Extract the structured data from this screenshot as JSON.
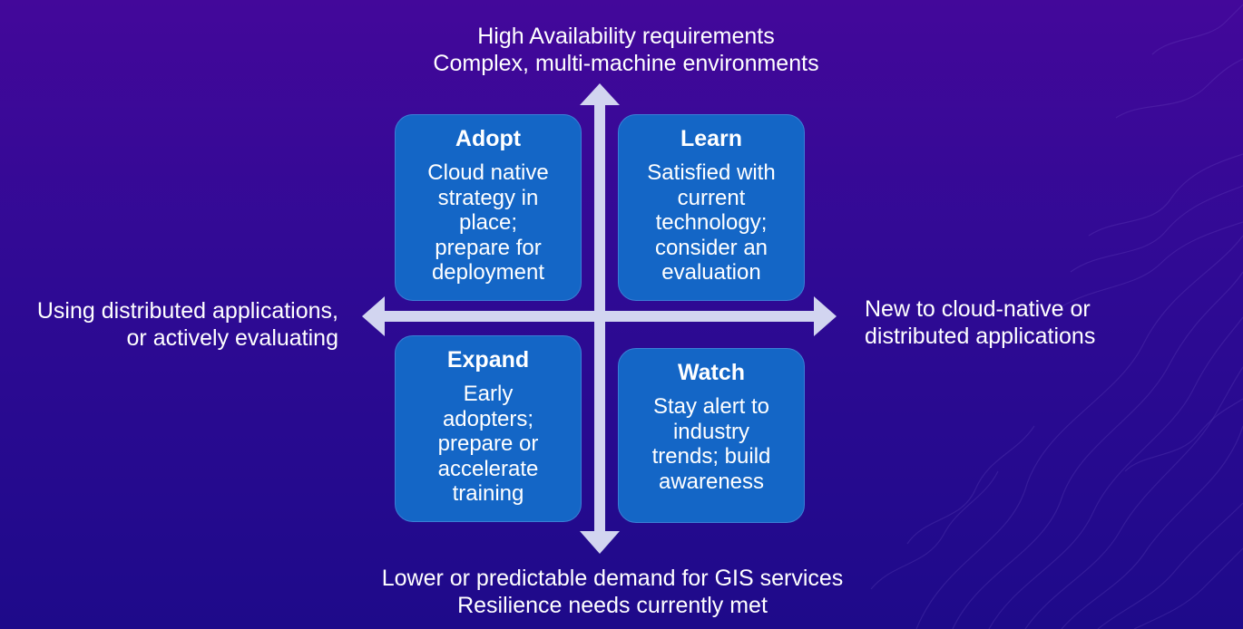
{
  "colors": {
    "background_top": "#43089a",
    "background_bottom": "#1e0a8a",
    "quadrant_fill": "#1466c6",
    "axis_color": "#d2d5f0"
  },
  "axes": {
    "top": [
      "High Availability requirements",
      "Complex, multi-machine environments"
    ],
    "bottom": [
      "Lower or predictable demand for GIS services",
      "Resilience needs currently met"
    ],
    "left": [
      "Using distributed applications,",
      "or actively evaluating"
    ],
    "right": [
      "New to cloud-native or",
      "distributed applications"
    ]
  },
  "quadrants": {
    "adopt": {
      "title": "Adopt",
      "lines": [
        "Cloud native",
        "strategy in",
        "place;",
        "prepare for",
        "deployment"
      ]
    },
    "learn": {
      "title": "Learn",
      "lines": [
        "Satisfied with",
        "current",
        "technology;",
        "consider an",
        "evaluation"
      ]
    },
    "expand": {
      "title": "Expand",
      "lines": [
        "Early",
        "adopters;",
        "prepare or",
        "accelerate",
        "training"
      ]
    },
    "watch": {
      "title": "Watch",
      "lines": [
        "Stay alert to",
        "industry",
        "trends; build",
        "awareness"
      ]
    }
  }
}
